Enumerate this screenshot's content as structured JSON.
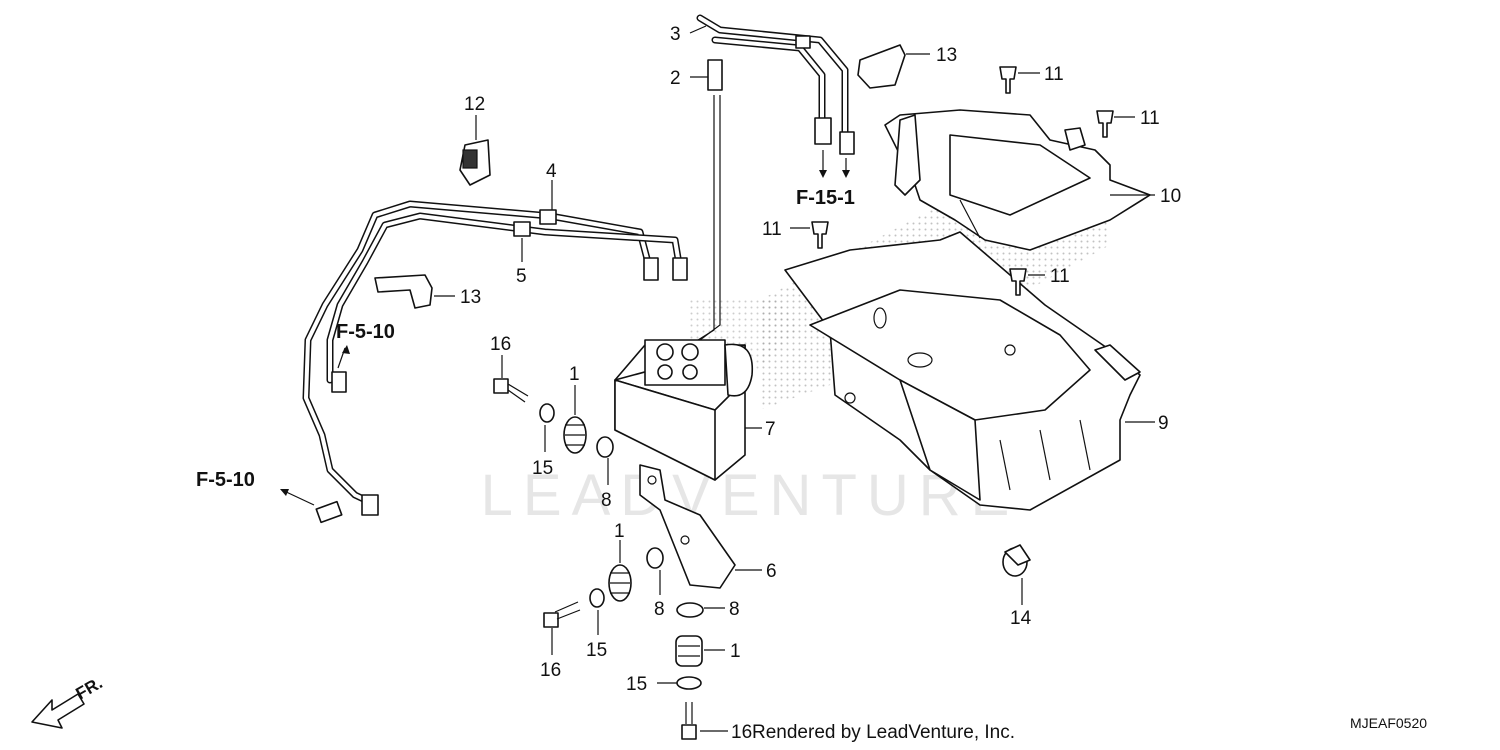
{
  "callouts": {
    "c1a": "1",
    "c1b": "1",
    "c1c": "1",
    "c2": "2",
    "c3": "3",
    "c4": "4",
    "c5": "5",
    "c6": "6",
    "c7": "7",
    "c8a": "8",
    "c8b": "8",
    "c8c": "8",
    "c9": "9",
    "c10": "10",
    "c11a": "11",
    "c11b": "11",
    "c11c": "11",
    "c11d": "11",
    "c12": "12",
    "c13a": "13",
    "c13b": "13",
    "c14": "14",
    "c15a": "15",
    "c15b": "15",
    "c15c": "15",
    "c16a": "16",
    "c16b": "16",
    "c16c": "16"
  },
  "refs": {
    "f15_1": "F-15-1",
    "f5_10_a": "F-5-10",
    "f5_10_b": "F-5-10"
  },
  "front_label": "FR.",
  "watermark": "LEADVENTURE",
  "footer": {
    "credit": "Rendered by LeadVenture, Inc.",
    "diagram_code": "MJEAF0520"
  }
}
